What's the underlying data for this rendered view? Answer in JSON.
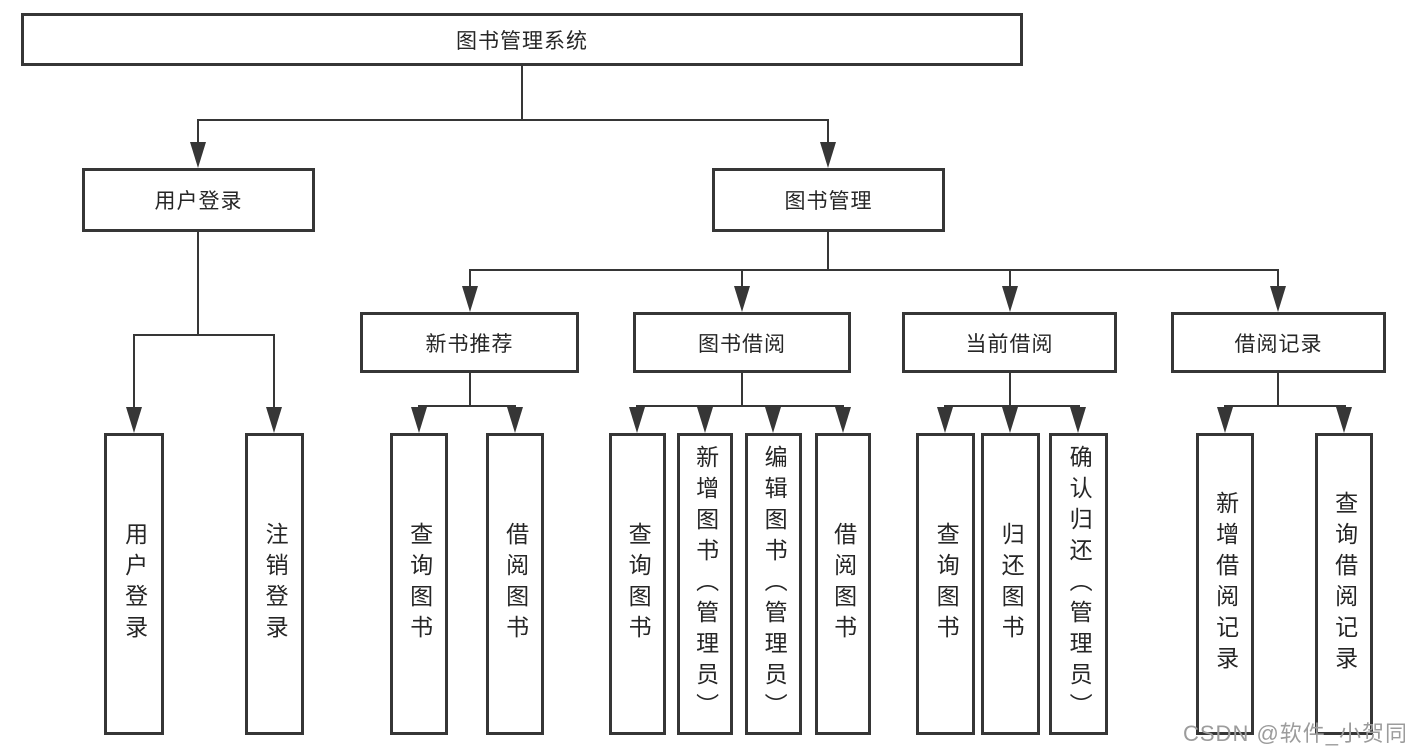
{
  "colors": {
    "line": "#363636",
    "text": "#262626",
    "background": "#ffffff",
    "watermark_gray": "#9c9c9c"
  },
  "watermark": {
    "text": "CSDN @软件_小贺同学"
  },
  "tree": {
    "label": "图书管理系统",
    "children": [
      {
        "label": "用户登录",
        "children": [
          {
            "label": "用户登录"
          },
          {
            "label": "注销登录"
          }
        ]
      },
      {
        "label": "图书管理",
        "children": [
          {
            "label": "新书推荐",
            "children": [
              {
                "label": "查询图书"
              },
              {
                "label": "借阅图书"
              }
            ]
          },
          {
            "label": "图书借阅",
            "children": [
              {
                "label": "查询图书"
              },
              {
                "label": "新增图书（管理员）"
              },
              {
                "label": "编辑图书（管理员）"
              },
              {
                "label": "借阅图书"
              }
            ]
          },
          {
            "label": "当前借阅",
            "children": [
              {
                "label": "查询图书"
              },
              {
                "label": "归还图书"
              },
              {
                "label": "确认归还（管理员）"
              }
            ]
          },
          {
            "label": "借阅记录",
            "children": [
              {
                "label": "新增借阅记录"
              },
              {
                "label": "查询借阅记录"
              }
            ]
          }
        ]
      }
    ]
  }
}
